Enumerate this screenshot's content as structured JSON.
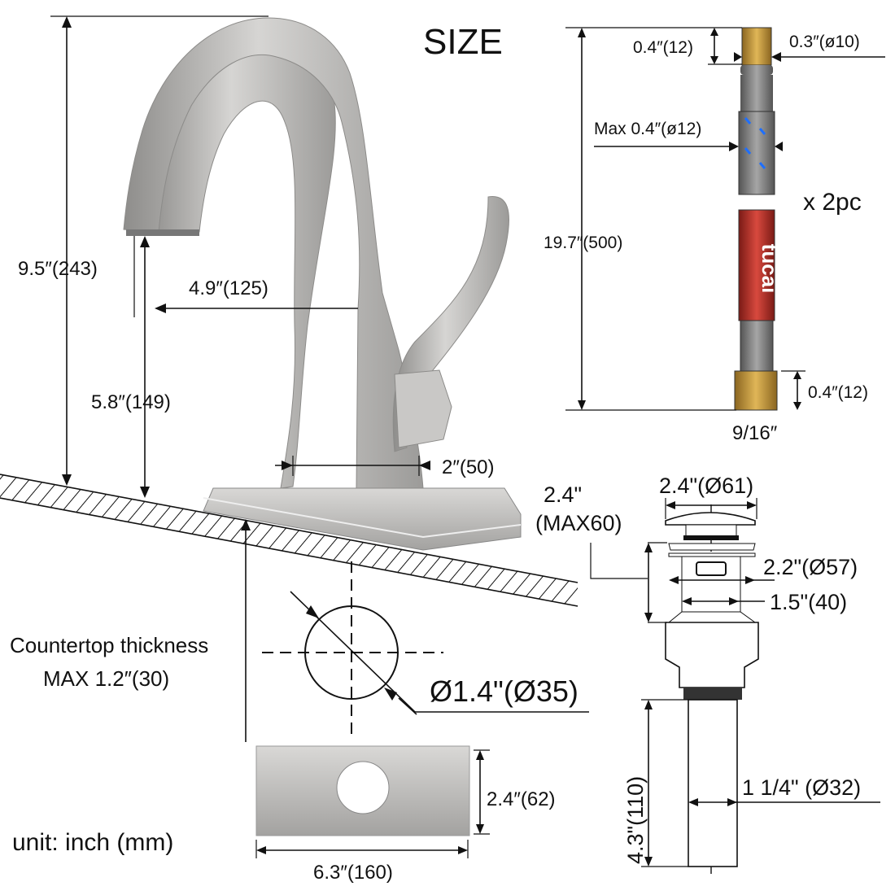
{
  "title": "SIZE",
  "faucet": {
    "height": "9.5″(243)",
    "reach": "4.9″(125)",
    "spout_height": "5.8″(149)",
    "base_width": "2″(50)"
  },
  "countertop": {
    "label": "Countertop thickness",
    "max": "MAX 1.2″(30)",
    "hole_diameter": "Ø1.4\"(Ø35)"
  },
  "deck_plate": {
    "depth": "2.4″(62)",
    "width": "6.3″(160)"
  },
  "unit": "unit: inch (mm)",
  "hose": {
    "nut_height_top": "0.4″(12)",
    "inlet_diameter": "0.3″(ø10)",
    "max_diameter": "Max 0.4″(ø12)",
    "length": "19.7″(500)",
    "quantity": "x 2pc",
    "nut_height_bottom": "0.4″(12)",
    "thread": "9/16″",
    "brand": "tucai"
  },
  "drain": {
    "cap_diameter": "2.4\"(Ø61)",
    "max_thickness_1": "2.4\"",
    "max_thickness_2": "(MAX60)",
    "flange_diameter": "2.2\"(Ø57)",
    "body_diameter": "1.5\"(40)",
    "tail_length": "4.3\"(110)",
    "tail_diameter": "1 1/4\" (Ø32)"
  },
  "colors": {
    "metal": "#b9b8b6",
    "brass": "#c79a3c",
    "hose_red": "#c8342c",
    "line": "#111111"
  }
}
